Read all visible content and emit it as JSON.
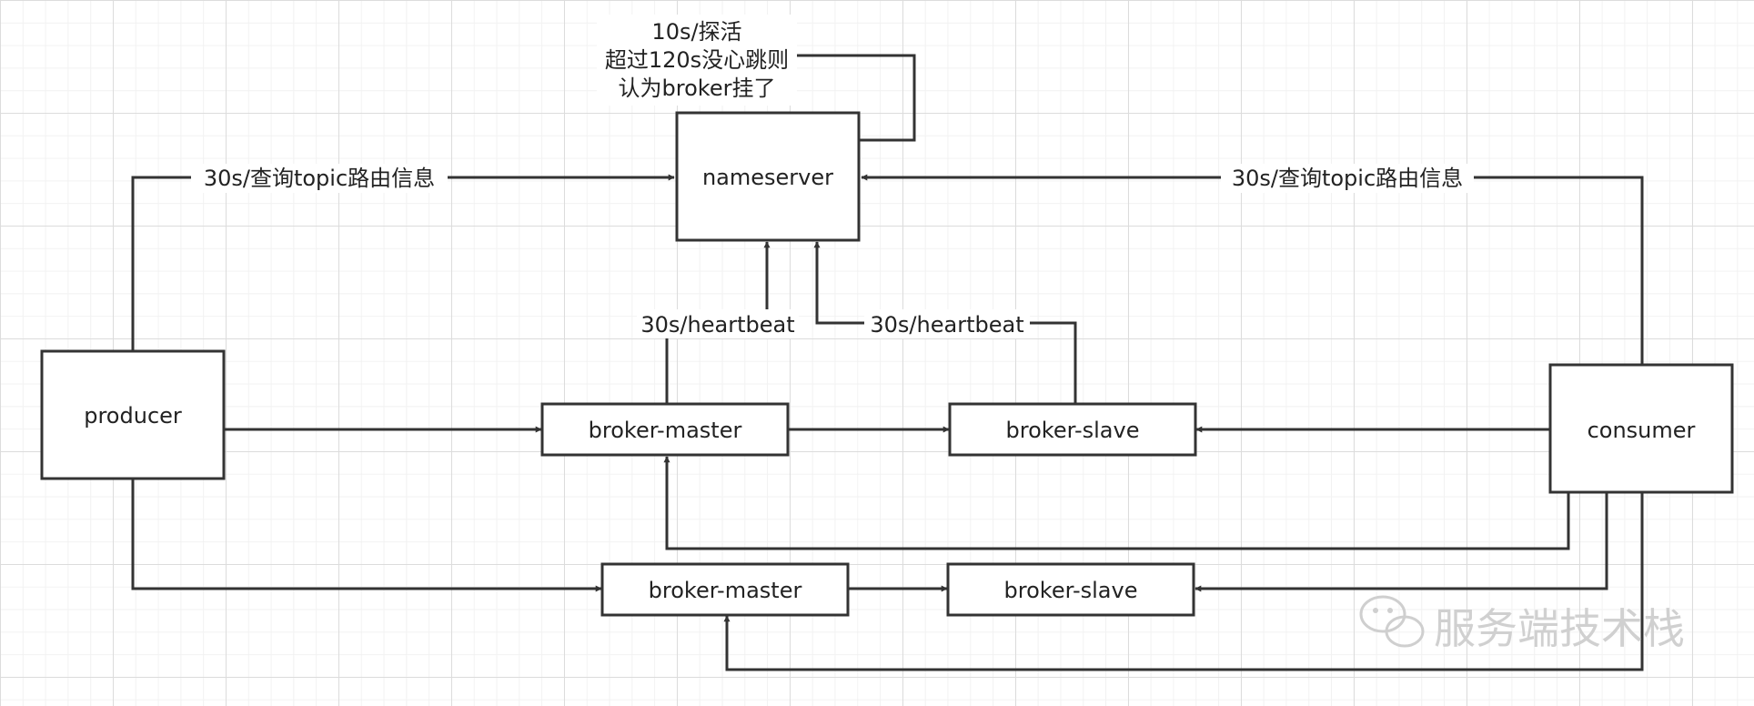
{
  "nodes": {
    "nameserver": "nameserver",
    "producer": "producer",
    "consumer": "consumer",
    "broker_master_1": "broker-master",
    "broker_slave_1": "broker-slave",
    "broker_master_2": "broker-master",
    "broker_slave_2": "broker-slave"
  },
  "edge_labels": {
    "probe_line1": "10s/探活",
    "probe_line2": "超过120s没心跳则",
    "probe_line3": "认为broker挂了",
    "producer_query": "30s/查询topic路由信息",
    "consumer_query": "30s/查询topic路由信息",
    "master_heartbeat": "30s/heartbeat",
    "slave_heartbeat": "30s/heartbeat"
  },
  "watermark": {
    "text": "服务端技术栈",
    "icon": "wechat-icon"
  },
  "colors": {
    "stroke": "#333333",
    "grid": "#dcdcdc",
    "watermark": "#d0d0d0"
  }
}
